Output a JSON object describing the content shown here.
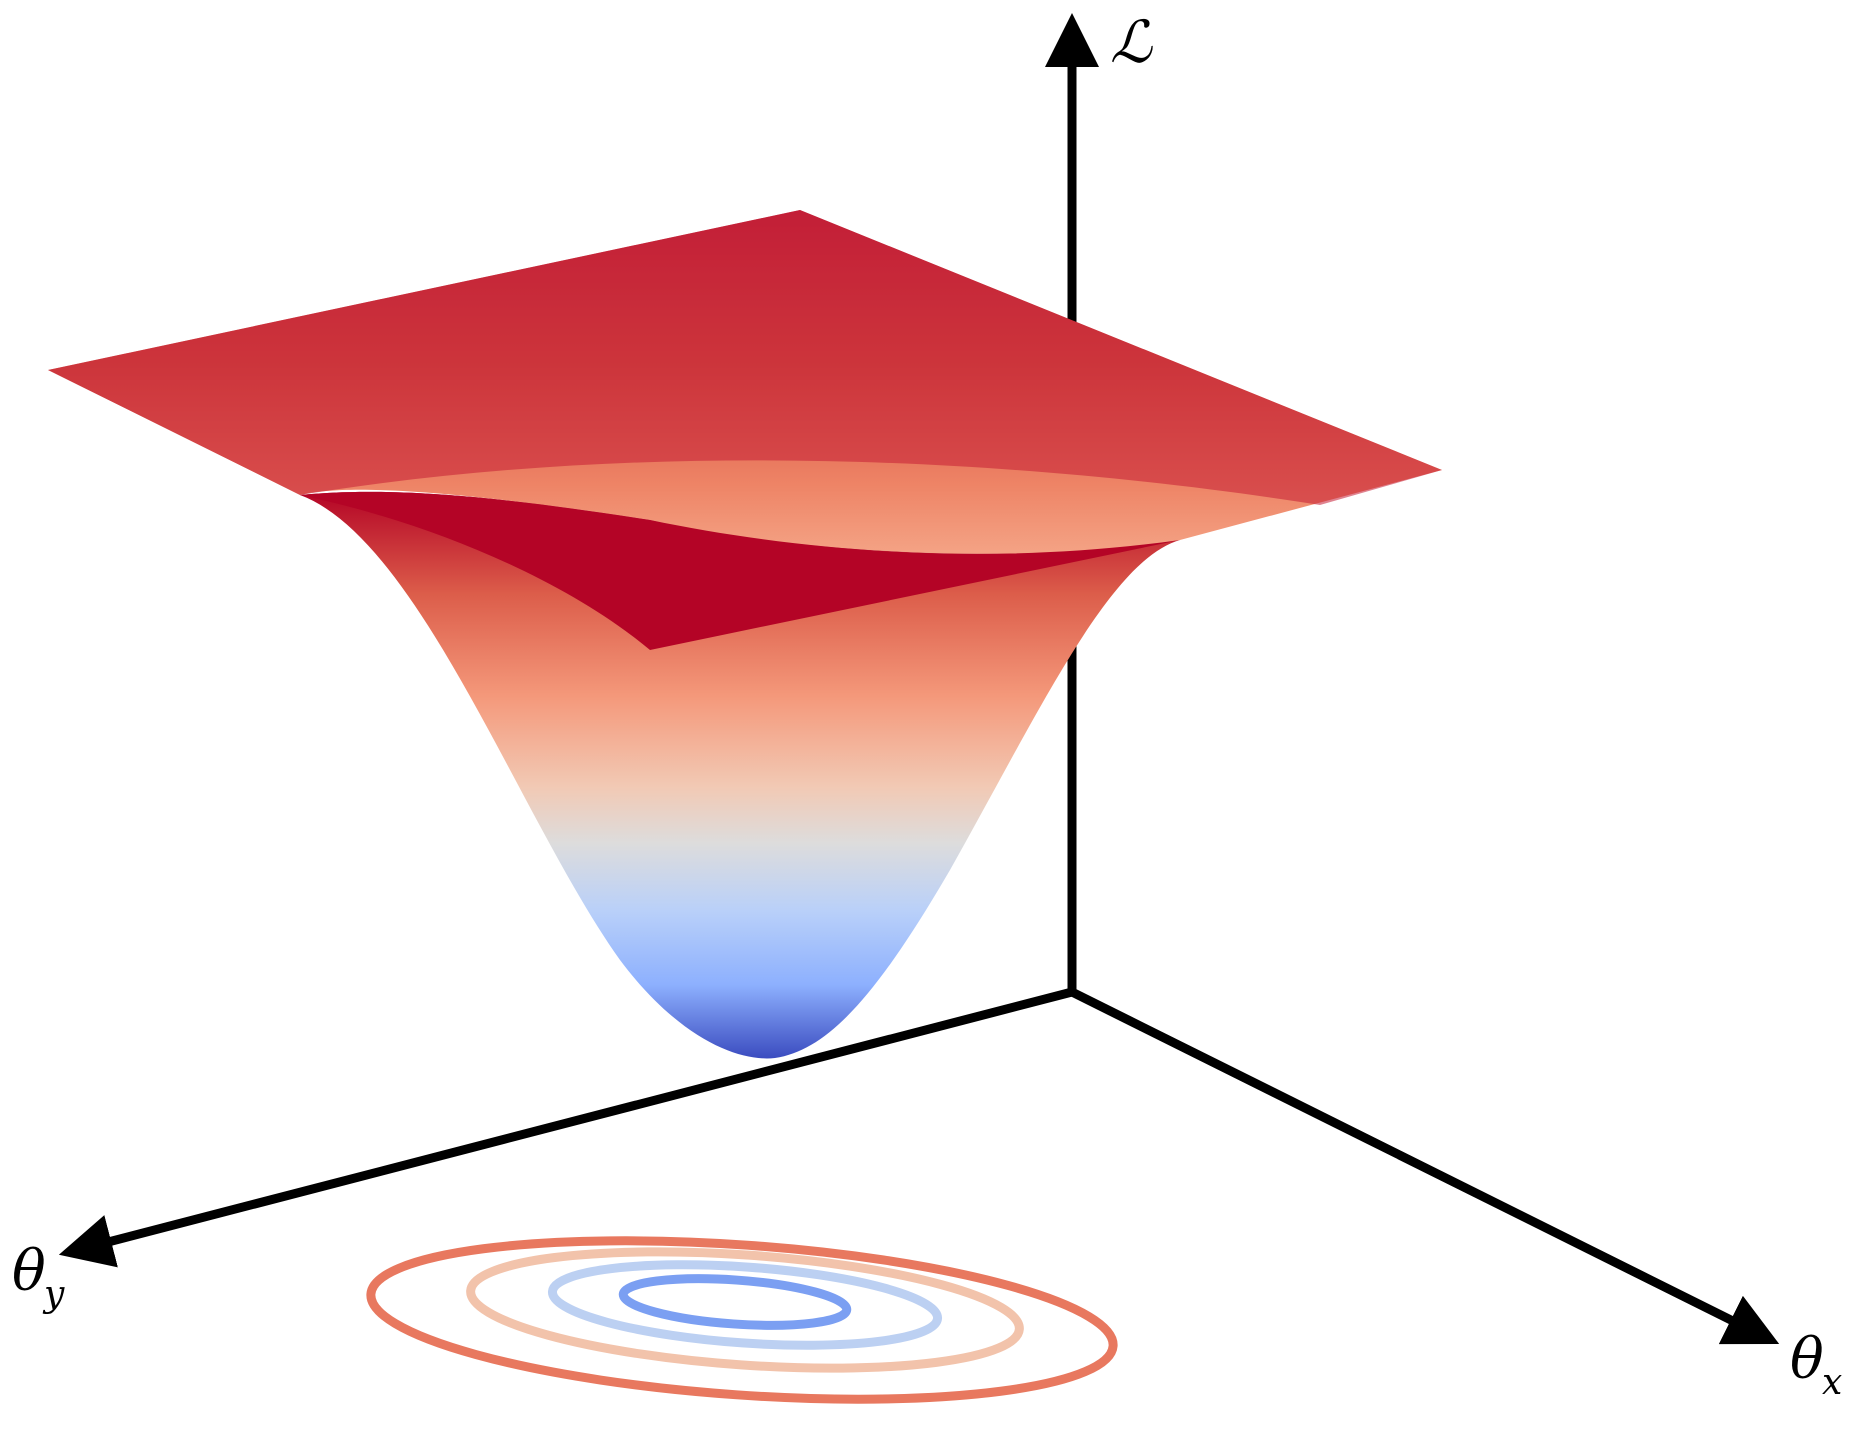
{
  "figure": {
    "axes": {
      "vertical": {
        "symbol": "ℒ"
      },
      "left": {
        "symbol": "θ",
        "subscript": "y"
      },
      "right": {
        "symbol": "θ",
        "subscript": "x"
      }
    },
    "colors": {
      "axis": "#000000",
      "surface_high": "#b40426",
      "surface_mid": "#dddcdc",
      "surface_low": "#3b4cc0",
      "contour_outer": "#e8785f",
      "contour_second": "#f2c3ab",
      "contour_third": "#bcd0f2",
      "contour_inner": "#7b9ff2"
    },
    "contours": [
      {
        "level": 1,
        "color": "#7b9ff2"
      },
      {
        "level": 2,
        "color": "#bcd0f2"
      },
      {
        "level": 3,
        "color": "#f2c3ab"
      },
      {
        "level": 4,
        "color": "#e8785f"
      }
    ],
    "surface": {
      "shape": "inverted-gaussian-well",
      "colormap": "coolwarm"
    }
  }
}
